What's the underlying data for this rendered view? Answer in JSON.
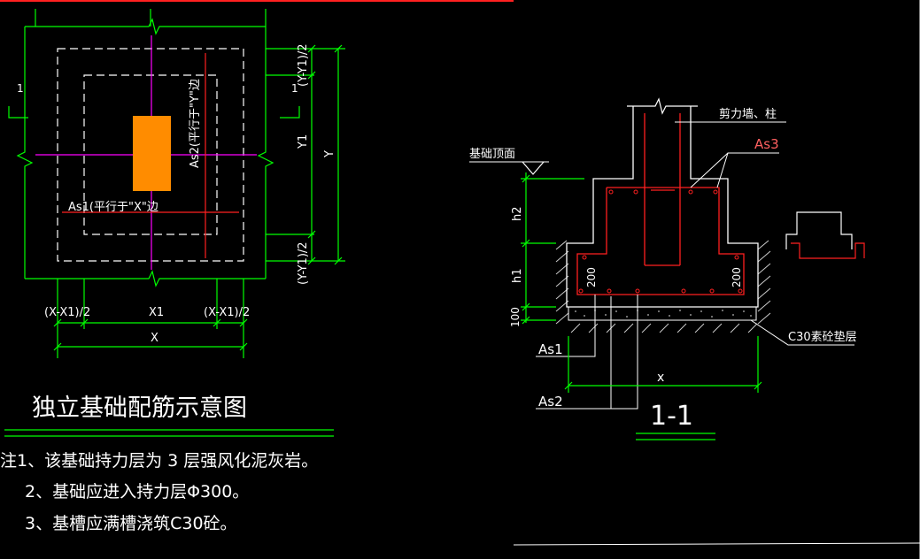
{
  "colors": {
    "background": "#000000",
    "green": "#00ff00",
    "white": "#ffffff",
    "red": "#ff2020",
    "magenta": "#ff00ff",
    "orange": "#ff8c00",
    "cyan": "#00ffff",
    "pink": "#ff6060",
    "hatch": "#cccccc"
  },
  "plan": {
    "marker_left": "1",
    "marker_right": "1",
    "as1_label": "As1(平行于\"X\"边",
    "as2_label": "As2(平行于\"Y\"边",
    "dims_bottom": {
      "left": "(X-X1)/2",
      "middle": "X1",
      "right": "(X-X1)/2",
      "total": "X"
    },
    "dims_right": {
      "top": "(Y-Y1)/2",
      "middle": "Y1",
      "bottom": "(Y-Y1)/2",
      "total": "Y"
    }
  },
  "title": "独立基础配筋示意图",
  "notes": [
    "注1、该基础持力层为 3  层强风化泥灰岩。",
    "2、基础应进入持力层Φ300。",
    "3、基槽应满槽浇筑C30砼。"
  ],
  "section": {
    "wall_label": "剪力墙、柱",
    "as3_label": "As3",
    "top_label": "基础顶面",
    "h2": "h2",
    "h1": "h1",
    "dim_100": "100",
    "cover_left": "200",
    "cover_right": "200",
    "as1": "As1",
    "as2": "As2",
    "width_x": "x",
    "cushion": "C30素砼垫层",
    "section_title": "1-1"
  }
}
